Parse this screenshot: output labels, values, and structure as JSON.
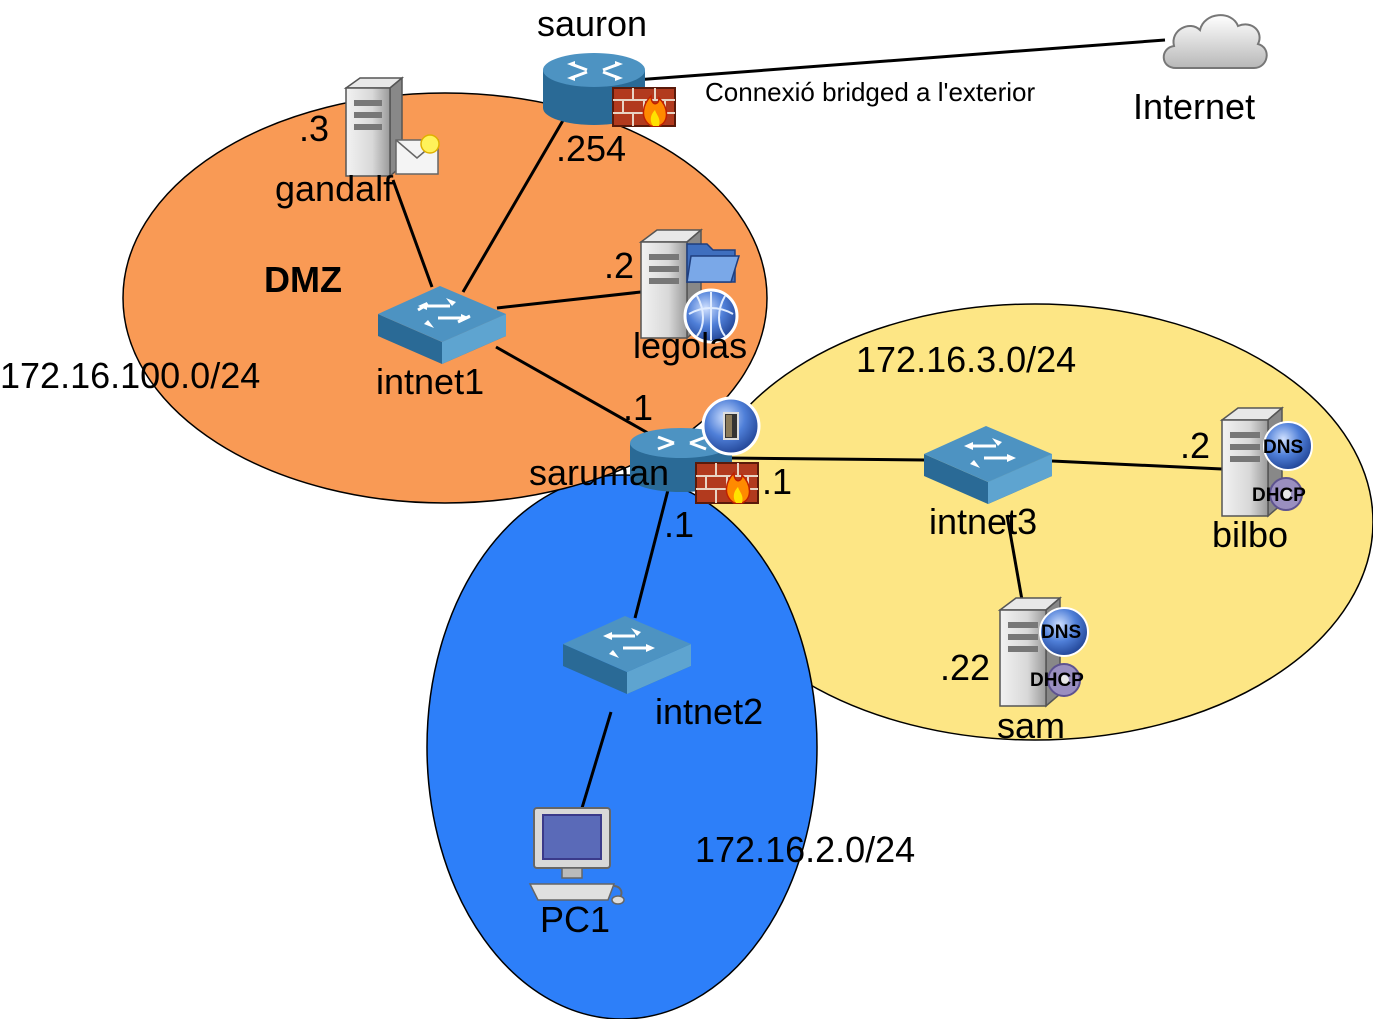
{
  "zones": {
    "dmz": {
      "name": "DMZ",
      "subnet": "172.16.100.0/24",
      "color": "#f99a55"
    },
    "lan3": {
      "subnet": "172.16.3.0/24",
      "color": "#fde685"
    },
    "lan2": {
      "subnet": "172.16.2.0/24",
      "color": "#2d7ff9"
    }
  },
  "nodes": {
    "sauron": {
      "name": "sauron",
      "ip": ".254",
      "icon": "router-firewall-icon"
    },
    "internet": {
      "name": "Internet",
      "icon": "cloud-icon"
    },
    "gandalf": {
      "name": "gandalf",
      "ip": ".3",
      "icon": "mail-server-icon"
    },
    "legolas": {
      "name": "legolas",
      "ip": ".2",
      "icon": "web-file-server-icon"
    },
    "intnet1": {
      "name": "intnet1",
      "icon": "switch-icon"
    },
    "saruman": {
      "name": "saruman",
      "ip_dmz": ".1",
      "ip_lan3": ".1",
      "ip_lan2": ".1",
      "icon": "router-firewall-icon"
    },
    "intnet3": {
      "name": "intnet3",
      "icon": "switch-icon"
    },
    "bilbo": {
      "name": "bilbo",
      "ip": ".2",
      "icon": "dns-dhcp-server-icon"
    },
    "sam": {
      "name": "sam",
      "ip": ".22",
      "icon": "dns-dhcp-server-icon"
    },
    "intnet2": {
      "name": "intnet2",
      "icon": "switch-icon"
    },
    "pc1": {
      "name": "PC1",
      "icon": "workstation-icon"
    }
  },
  "badges": {
    "dns": "DNS",
    "dhcp": "DHCP"
  },
  "links": {
    "bridged_label": "Connexió bridged a l'exterior"
  }
}
